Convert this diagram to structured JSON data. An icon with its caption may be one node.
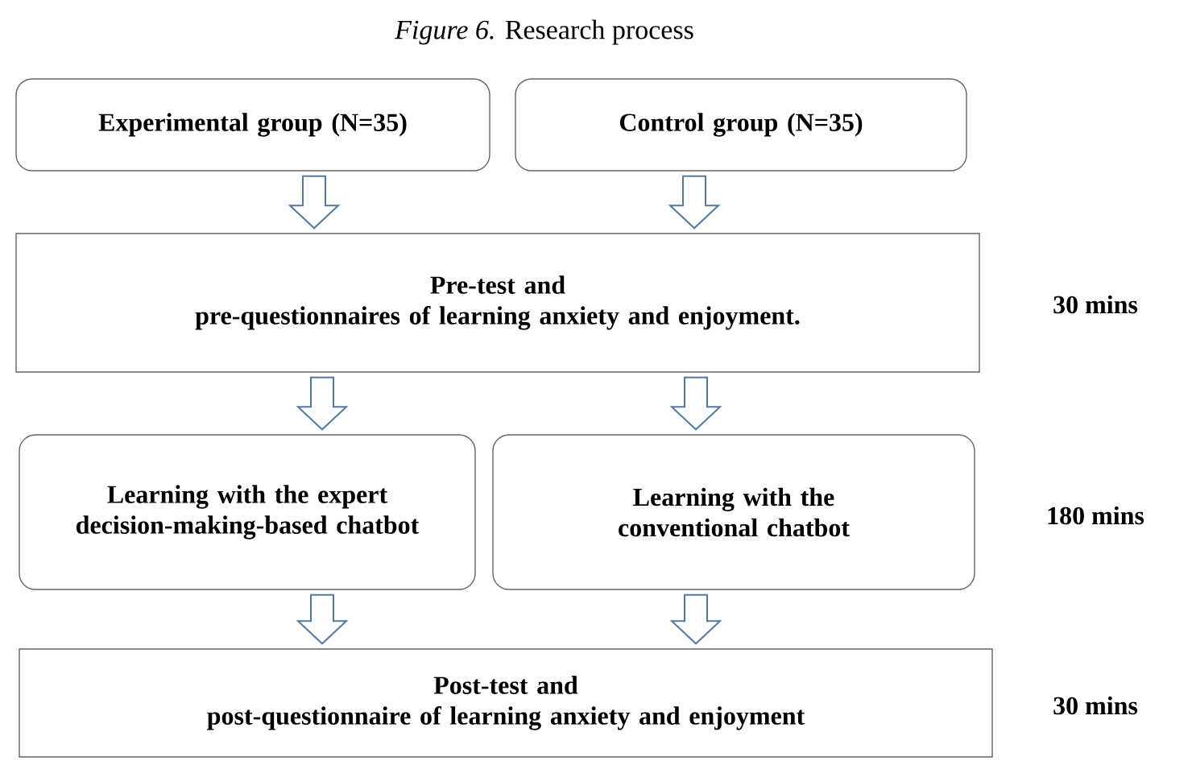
{
  "diagram": {
    "title": "*Figure 6.* Research process",
    "nodes": [
      {
        "text": [
          "Experimental group (N=35)"
        ]
      },
      {
        "text": [
          "Control group (N=35)"
        ]
      },
      {
        "text": [
          "Pre-test and",
          "pre-questionnaires of learning anxiety and enjoyment."
        ]
      },
      {
        "text": [
          "Learning with the expert decision-making-based chatbot"
        ]
      },
      {
        "text": [
          "Learning with the conventional chatbot"
        ]
      },
      {
        "text": [
          "Post-test and",
          "post-questionnaire of learning anxiety and enjoyment"
        ]
      }
    ],
    "edges": [
      {
        "from": 0,
        "to": 2,
        "arrow": "to"
      },
      {
        "from": 1,
        "to": 2,
        "arrow": "to"
      },
      {
        "from": 2,
        "to": 3,
        "arrow": "to"
      },
      {
        "from": 2,
        "to": 4,
        "arrow": "to"
      },
      {
        "from": 3,
        "to": 5,
        "arrow": "to"
      },
      {
        "from": 4,
        "to": 5,
        "arrow": "to"
      }
    ],
    "labels": [
      "30 mins",
      "180 mins",
      "30 mins"
    ]
  }
}
